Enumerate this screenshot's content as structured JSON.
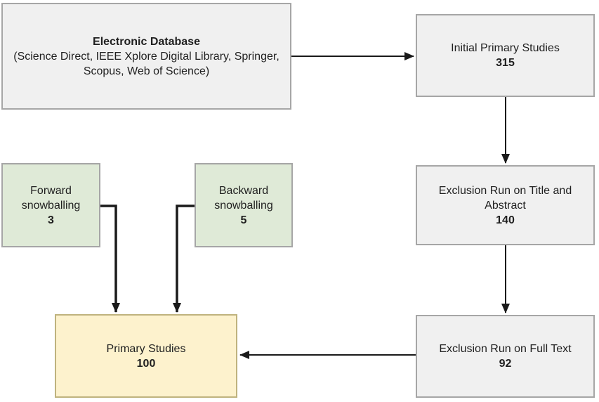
{
  "diagram": {
    "boxes": {
      "electronic_database": {
        "title": "Electronic Database",
        "subtitle": "(Science Direct, IEEE Xplore Digital Library, Springer, Scopus, Web of Science)"
      },
      "initial_primary_studies": {
        "label": "Initial Primary Studies",
        "count": "315"
      },
      "exclusion_title_abstract": {
        "label": "Exclusion Run on Title and Abstract",
        "count": "140"
      },
      "exclusion_full_text": {
        "label": "Exclusion Run on Full Text",
        "count": "92"
      },
      "forward_snowballing": {
        "label": "Forward snowballing",
        "count": "3"
      },
      "backward_snowballing": {
        "label": "Backward snowballing",
        "count": "5"
      },
      "primary_studies": {
        "label": "Primary Studies",
        "count": "100"
      }
    },
    "colors": {
      "gray_fill": "#f0f0f0",
      "gray_border": "#a6a6a6",
      "green_fill": "#dfead7",
      "green_border": "#a6a6a6",
      "yellow_fill": "#fdf2cd",
      "yellow_border": "#bfb37e",
      "arrow": "#1a1a1a"
    }
  }
}
